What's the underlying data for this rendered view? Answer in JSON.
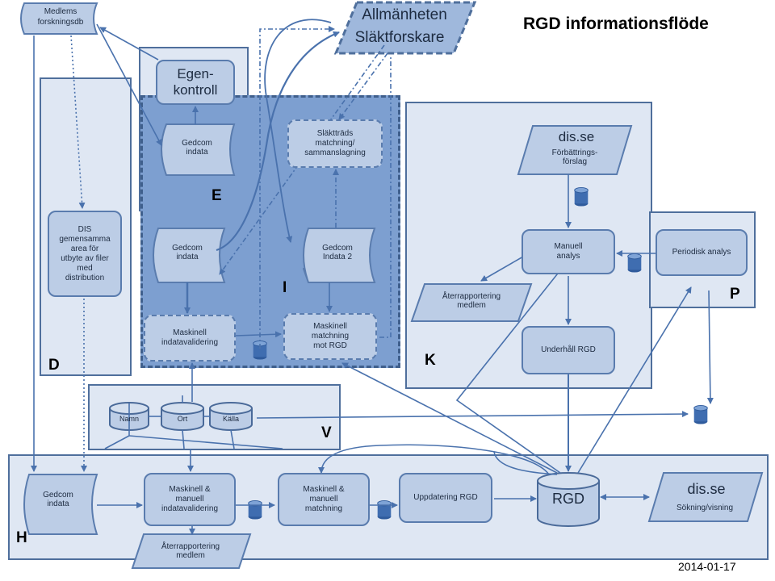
{
  "title": "RGD informationsflöde",
  "date": "2014-01-17",
  "regions": {
    "D": "D",
    "E": "E",
    "I": "I",
    "K": "K",
    "P": "P",
    "V": "V",
    "H": "H"
  },
  "nodes": {
    "medlems_db": "Medlems\nforskningsdb",
    "allmanheten_line1": "Allmänheten",
    "allmanheten_line2": "Släktforskare",
    "egenkontroll": "Egen-\nkontroll",
    "gedcom_e": "Gedcom\nindata",
    "dis_area": "DIS\ngemensamma\narea för\nutbyte av filer\nmed\ndistribution",
    "slaktrads": "Släktträds\nmatchning/\nsammanslagning",
    "gedcom_i": "Gedcom\nindata",
    "gedcom_indata2": "Gedcom\nIndata 2",
    "maskinell_indatavalidering": "Maskinell\nindatavalidering",
    "maskinell_matchning_rgd": "Maskinell\nmatchning\nmot RGD",
    "dis_se_top_title": "dis.se",
    "dis_se_top_sub": "Förbättrings-\nförslag",
    "manuell_analys": "Manuell\nanalys",
    "aterrapportering_k": "Återrapportering\nmedlem",
    "underhall_rgd": "Underhåll RGD",
    "periodisk_analys": "Periodisk analys",
    "namn": "Namn",
    "ort": "Ort",
    "kalla": "Källa",
    "gedcom_h": "Gedcom\nindata",
    "mm_indatavalidering": "Maskinell &\nmanuell\nindatavalidering",
    "mm_matchning": "Maskinell &\nmanuell\nmatchning",
    "uppdatering_rgd": "Uppdatering RGD",
    "rgd": "RGD",
    "dis_se_bottom_title": "dis.se",
    "dis_se_bottom_sub": "Sökning/visning",
    "aterrapportering_h": "Återrapportering\nmedlem"
  },
  "colors": {
    "line": "#4a72ad",
    "region_fill": "#dfe7f3",
    "region_i_fill": "#7d9fd0",
    "box_fill": "#bccde6",
    "box_border": "#5a7cae",
    "db_fill": "#3f6db0"
  }
}
